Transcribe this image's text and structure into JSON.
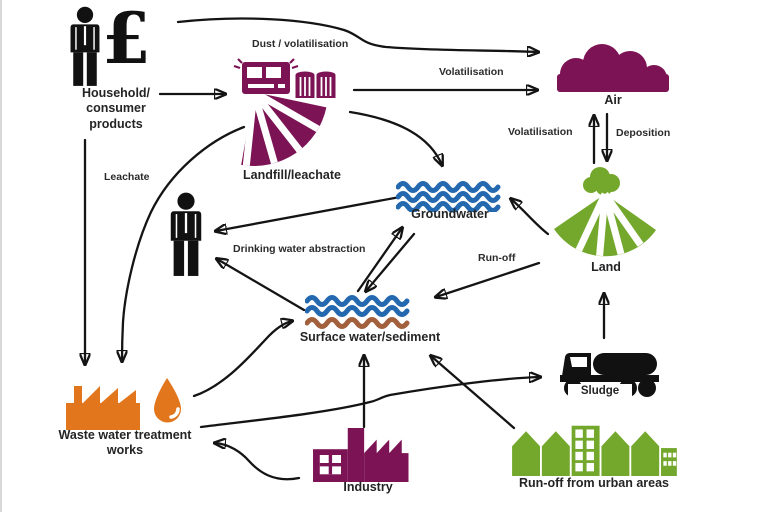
{
  "colors": {
    "purple": "#7c1354",
    "green": "#74a82d",
    "orange": "#e2761d",
    "blue": "#2468af",
    "brown": "#a2603c",
    "arrow_black": "#141414"
  },
  "nodes": {
    "household": {
      "label": "Household/\nconsumer\nproducts"
    },
    "landfill": {
      "label": "Landfill/leachate"
    },
    "air": {
      "label": "Air"
    },
    "land": {
      "label": "Land"
    },
    "groundwater": {
      "label": "Groundwater"
    },
    "surface_water": {
      "label": "Surface water/sediment"
    },
    "wwtw": {
      "label": "Waste water treatment\nworks"
    },
    "industry": {
      "label": "Industry"
    },
    "sludge": {
      "label": "Sludge"
    },
    "urban": {
      "label": "Run-off from urban areas"
    }
  },
  "symbols": {
    "pound": "£"
  },
  "edge_labels": {
    "dust": "Dust / volatilisation",
    "volatilisation_landfill_air": "Volatilisation",
    "volatilisation_land_air": "Volatilisation",
    "deposition": "Deposition",
    "leachate": "Leachate",
    "drinking": "Drinking water abstraction",
    "runoff": "Run-off"
  }
}
